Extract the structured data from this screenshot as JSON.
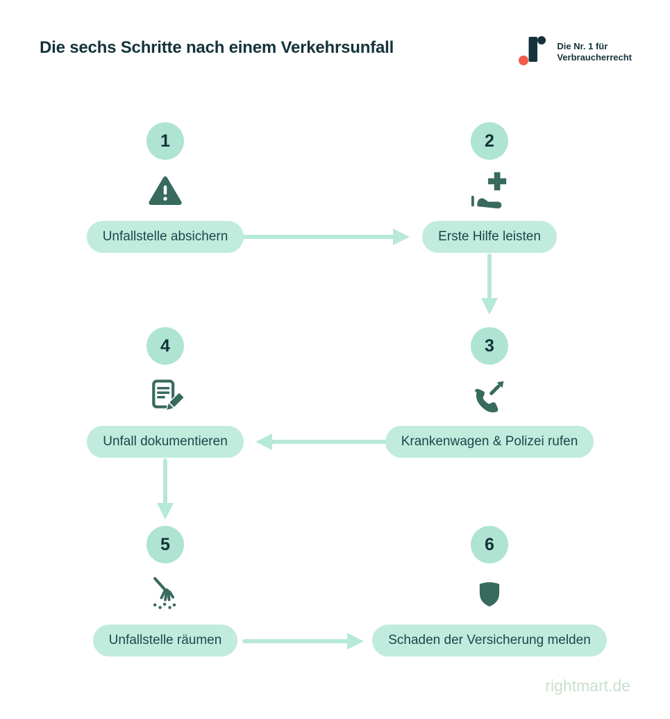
{
  "header": {
    "title": "Die sechs Schritte nach einem Verkehrsunfall",
    "logo": {
      "line1": "Die Nr. 1 für",
      "line2": "Verbraucherrecht"
    }
  },
  "steps": [
    {
      "number": "1",
      "label": "Unfallstelle absichern",
      "icon": "warning-triangle-icon"
    },
    {
      "number": "2",
      "label": "Erste Hilfe leisten",
      "icon": "first-aid-hand-icon"
    },
    {
      "number": "3",
      "label": "Krankenwagen & Polizei rufen",
      "icon": "phone-call-icon"
    },
    {
      "number": "4",
      "label": "Unfall dokumentieren",
      "icon": "document-edit-icon"
    },
    {
      "number": "5",
      "label": "Unfallstelle räumen",
      "icon": "broom-sweep-icon"
    },
    {
      "number": "6",
      "label": "Schaden der Versicherung melden",
      "icon": "shield-icon"
    }
  ],
  "flow": [
    "step-1 to step-2 (right)",
    "step-2 to step-3 (down)",
    "step-3 to step-4 (left)",
    "step-4 to step-5 (down)",
    "step-5 to step-6 (right)"
  ],
  "footer": {
    "brand": "rightmart.de"
  },
  "colors": {
    "background": "#ffffff",
    "dark_text": "#14323a",
    "icon_teal": "#386a5e",
    "circle_mint": "#aee4d1",
    "pill_mint": "#c1ecdd",
    "arrow_mint": "#b6e9d7",
    "label_text": "#1d454b",
    "logo_red_dot": "#f35b4a",
    "footer_text": "#cadfcc"
  }
}
